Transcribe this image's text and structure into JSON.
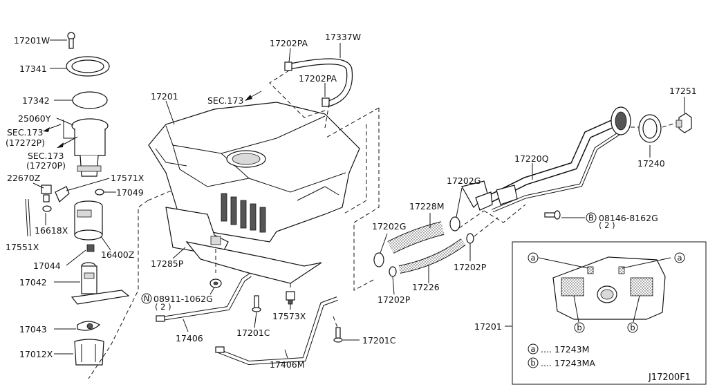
{
  "diagram_code": "J17200F1",
  "labels": {
    "l17201W": "17201W",
    "l17341": "17341",
    "l17342": "17342",
    "l25060Y": "25060Y",
    "lSec173a": "SEC.173",
    "l17272P": "(17272P)",
    "lSec173b": "SEC.173",
    "l17270P": "(17270P)",
    "l22670Z": "22670Z",
    "l17571X": "17571X",
    "l17049": "17049",
    "l16618X": "16618X",
    "l17551X": "17551X",
    "l16400Z": "16400Z",
    "l17044": "17044",
    "l17042": "17042",
    "l17043": "17043",
    "l17012X": "17012X",
    "l17201": "17201",
    "lSec173c": "SEC.173",
    "l17202PA_a": "17202PA",
    "l17337W": "17337W",
    "l17202PA_b": "17202PA",
    "l17285P": "17285P",
    "l08911": "08911-1062G",
    "l08911qty": "( 2 )",
    "l17406": "17406",
    "l17201C_a": "17201C",
    "l17573X": "17573X",
    "l17406M": "17406M",
    "l17201C_b": "17201C",
    "l17228M": "17228M",
    "l17202G_a": "17202G",
    "l17202G_b": "17202G",
    "l17202P_a": "17202P",
    "l17226": "17226",
    "l17202P_b": "17202P",
    "l17220Q": "17220Q",
    "l08146": "08146-8162G",
    "l08146qty": "( 2 )",
    "l17251": "17251",
    "l17240": "17240",
    "l17201inset": "17201",
    "legendA": ".... 17243M",
    "legendB": ".... 17243MA"
  },
  "callout_letters": {
    "N": "N",
    "B": "B",
    "a": "a",
    "b": "b"
  }
}
